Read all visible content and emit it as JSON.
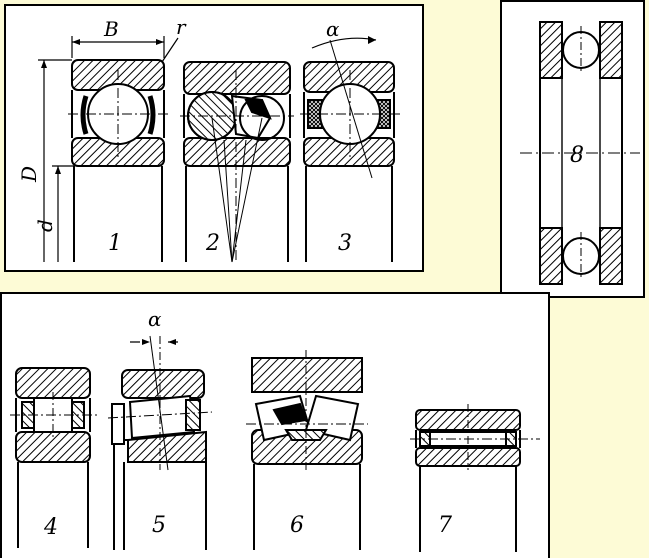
{
  "labels": {
    "b1": "1",
    "b2": "2",
    "b3": "3",
    "b4": "4",
    "b5": "5",
    "b6": "6",
    "b7": "7",
    "b8": "8"
  },
  "symbols": {
    "width": "B",
    "radius": "r",
    "angle_top": "α",
    "angle_bottom": "α",
    "outer_diameter": "D",
    "inner_diameter": "d"
  },
  "colors": {
    "background": "#fdfbd6",
    "panel": "#ffffff",
    "ink": "#000000"
  }
}
